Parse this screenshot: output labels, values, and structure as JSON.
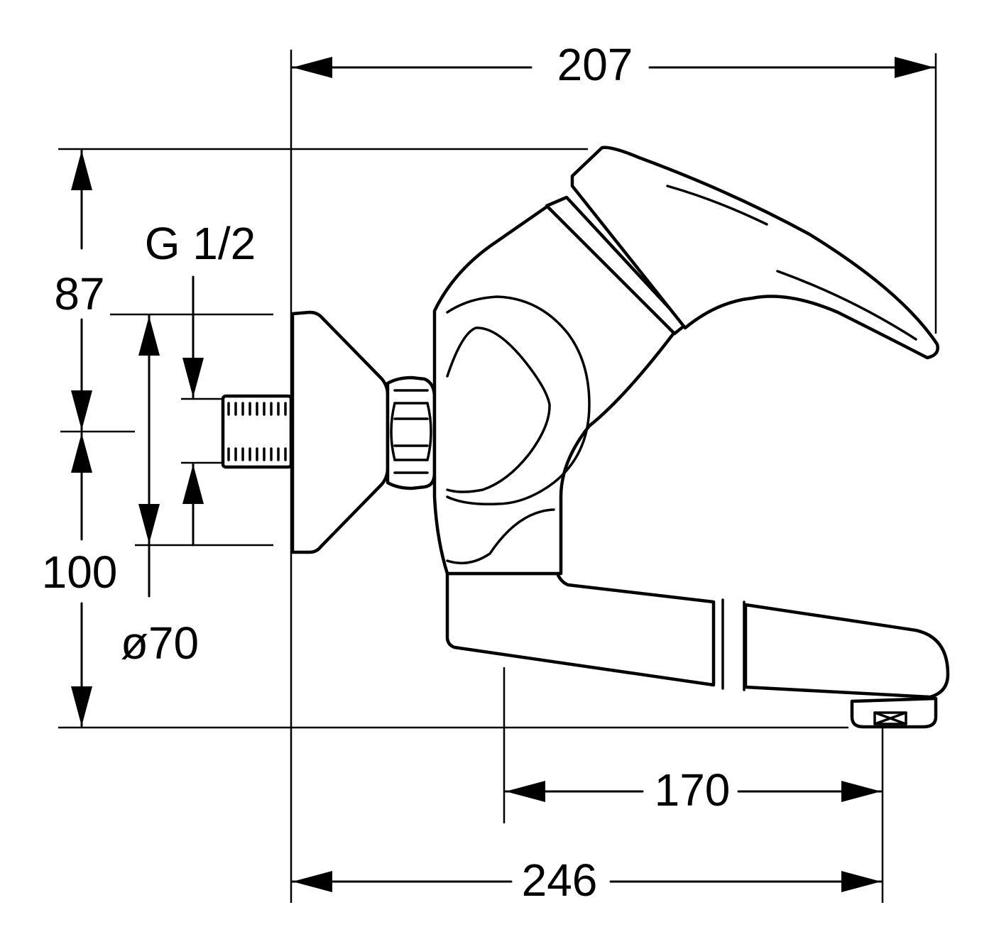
{
  "dimensions": {
    "overall_width": "207",
    "overall_height": "87",
    "thread": "G 1/2",
    "height_lower": "100",
    "rosette_diameter": "ø70",
    "spout_reach": "170",
    "total_depth": "246"
  },
  "colors": {
    "line": "#000000",
    "background": "#ffffff"
  }
}
